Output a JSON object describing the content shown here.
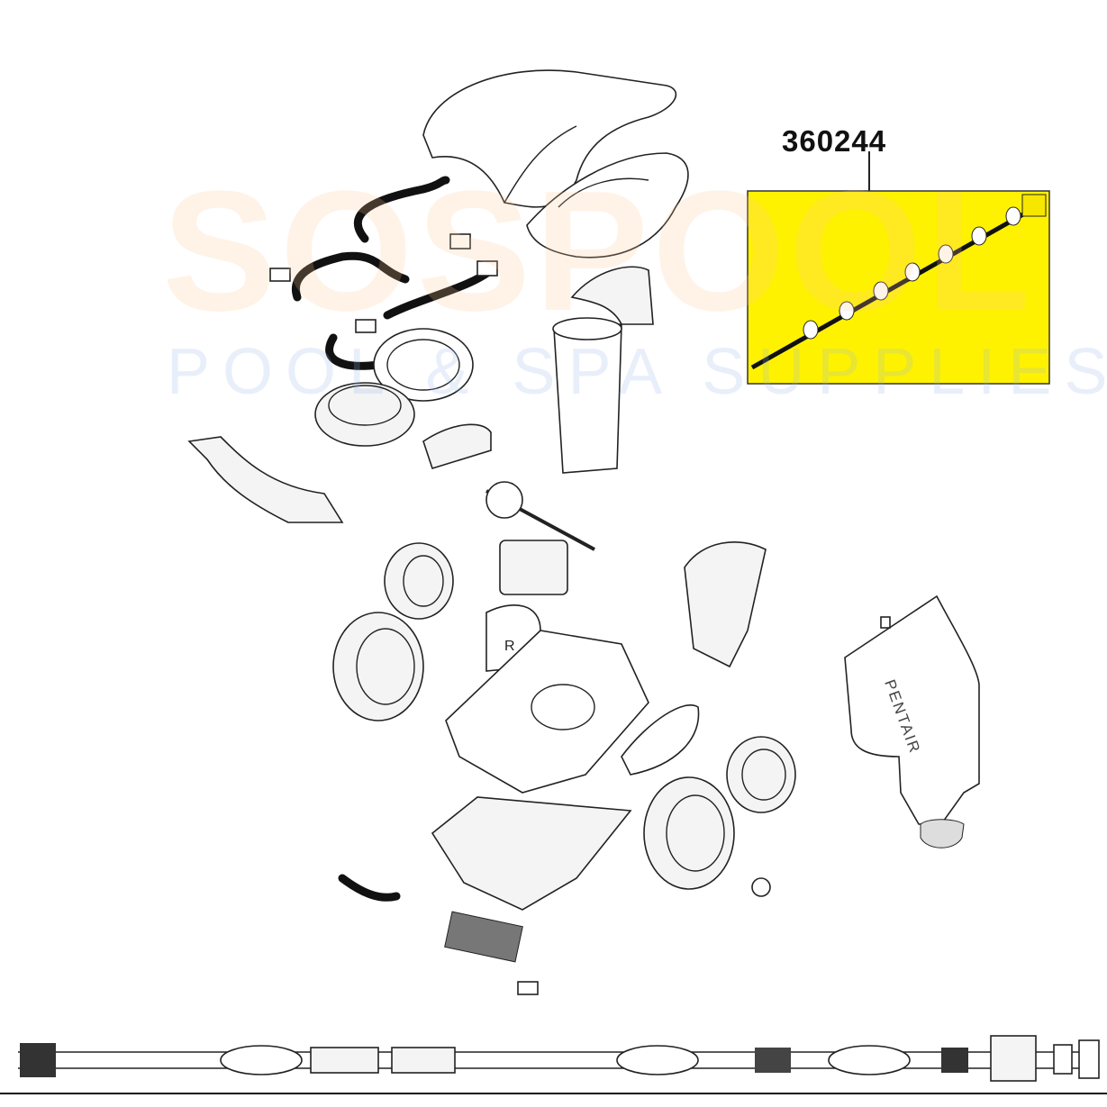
{
  "diagram": {
    "part_number": "360244",
    "highlight_color": "#fff200",
    "watermark": {
      "line1": "SOSPOOL",
      "line2": "POOL & SPA SUPPLIES"
    },
    "bag_brand": "PENTAIR",
    "wheel_marker": "R"
  }
}
